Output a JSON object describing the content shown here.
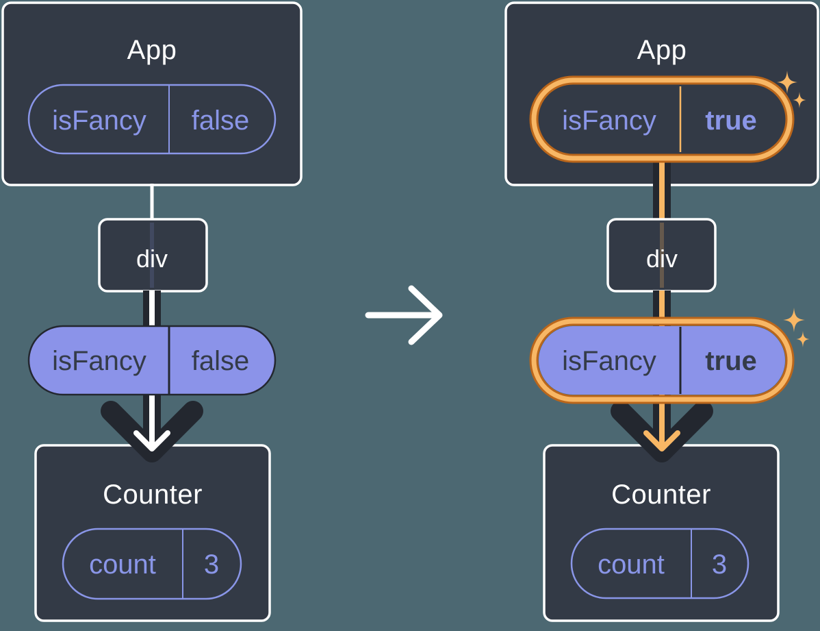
{
  "colors": {
    "background": "#4C6872",
    "card": "#333A46",
    "card_border": "#FFFFFF",
    "purple": "#8A96E8",
    "purple_fill": "#8B93E9",
    "ink_dark": "#23272F",
    "text_on_purple": "#343B48",
    "white": "#FFFFFF",
    "orange": "#F8B765",
    "orange_dark": "#BA661B"
  },
  "icons": {
    "transition": "arrow-right",
    "highlight": "sparkles"
  },
  "before": {
    "app": {
      "label": "App"
    },
    "app_prop": {
      "name": "isFancy",
      "value": "false"
    },
    "div": {
      "label": "div"
    },
    "passed_prop": {
      "name": "isFancy",
      "value": "false"
    },
    "counter": {
      "label": "Counter"
    },
    "counter_state": {
      "name": "count",
      "value": "3"
    }
  },
  "after": {
    "app": {
      "label": "App"
    },
    "app_prop": {
      "name": "isFancy",
      "value": "true"
    },
    "div": {
      "label": "div"
    },
    "passed_prop": {
      "name": "isFancy",
      "value": "true"
    },
    "counter": {
      "label": "Counter"
    },
    "counter_state": {
      "name": "count",
      "value": "3"
    }
  }
}
